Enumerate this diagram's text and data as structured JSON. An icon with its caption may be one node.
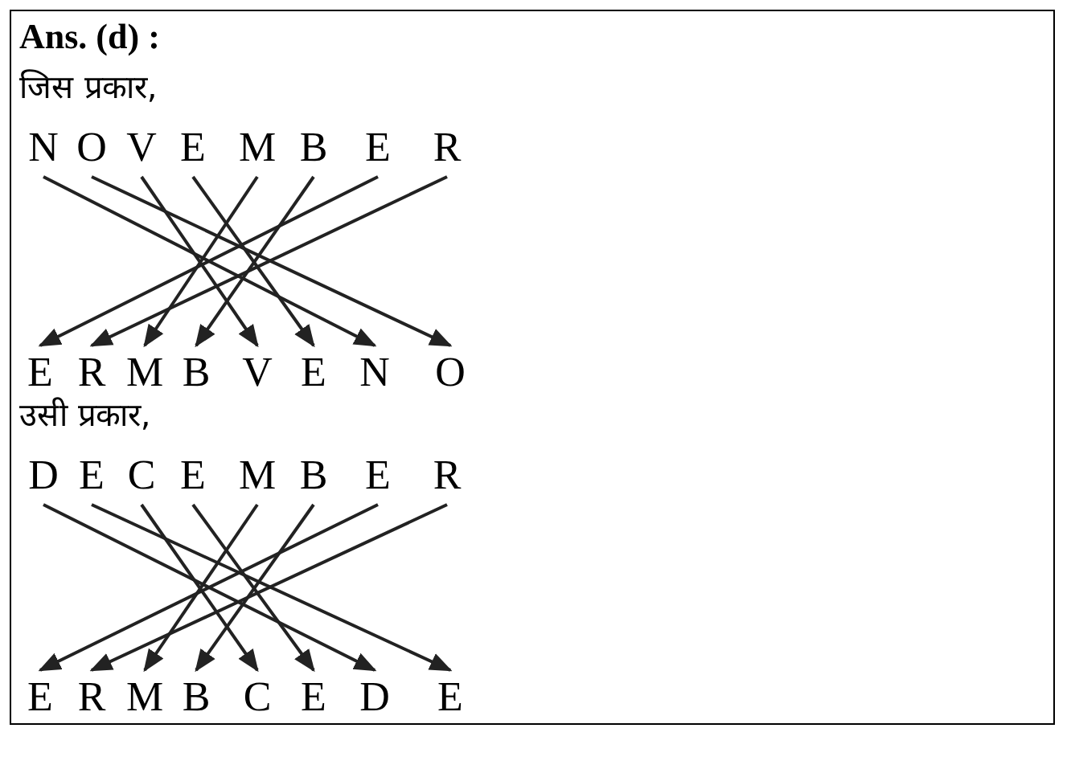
{
  "diagram": {
    "title": "Ans. (d) :",
    "nodes": [
      {
        "text": [
          "N"
        ]
      },
      {
        "text": [
          "O"
        ]
      },
      {
        "text": [
          "V"
        ]
      },
      {
        "text": [
          "E"
        ]
      },
      {
        "text": [
          "M"
        ]
      },
      {
        "text": [
          "B"
        ]
      },
      {
        "text": [
          "E"
        ]
      },
      {
        "text": [
          "R"
        ]
      },
      {
        "text": [
          "E"
        ]
      },
      {
        "text": [
          "R"
        ]
      },
      {
        "text": [
          "M"
        ]
      },
      {
        "text": [
          "B"
        ]
      },
      {
        "text": [
          "V"
        ]
      },
      {
        "text": [
          "E"
        ]
      },
      {
        "text": [
          "N"
        ]
      },
      {
        "text": [
          "O"
        ]
      },
      {
        "text": [
          "D"
        ]
      },
      {
        "text": [
          "E"
        ]
      },
      {
        "text": [
          "C"
        ]
      },
      {
        "text": [
          "E"
        ]
      },
      {
        "text": [
          "M"
        ]
      },
      {
        "text": [
          "B"
        ]
      },
      {
        "text": [
          "E"
        ]
      },
      {
        "text": [
          "R"
        ]
      },
      {
        "text": [
          "E"
        ]
      },
      {
        "text": [
          "R"
        ]
      },
      {
        "text": [
          "M"
        ]
      },
      {
        "text": [
          "B"
        ]
      },
      {
        "text": [
          "C"
        ]
      },
      {
        "text": [
          "E"
        ]
      },
      {
        "text": [
          "D"
        ]
      },
      {
        "text": [
          "E"
        ]
      }
    ],
    "edges": [
      {
        "from": 0,
        "to": 14,
        "arrow": "to"
      },
      {
        "from": 1,
        "to": 15,
        "arrow": "to"
      },
      {
        "from": 2,
        "to": 12,
        "arrow": "to"
      },
      {
        "from": 3,
        "to": 13,
        "arrow": "to"
      },
      {
        "from": 4,
        "to": 10,
        "arrow": "to"
      },
      {
        "from": 5,
        "to": 11,
        "arrow": "to"
      },
      {
        "from": 6,
        "to": 8,
        "arrow": "to"
      },
      {
        "from": 7,
        "to": 9,
        "arrow": "to"
      },
      {
        "from": 16,
        "to": 30,
        "arrow": "to"
      },
      {
        "from": 17,
        "to": 31,
        "arrow": "to"
      },
      {
        "from": 18,
        "to": 28,
        "arrow": "to"
      },
      {
        "from": 19,
        "to": 29,
        "arrow": "to"
      },
      {
        "from": 20,
        "to": 26,
        "arrow": "to"
      },
      {
        "from": 21,
        "to": 27,
        "arrow": "to"
      },
      {
        "from": 22,
        "to": 24,
        "arrow": "to"
      },
      {
        "from": 23,
        "to": 25,
        "arrow": "to"
      }
    ],
    "labels": [
      "जिस प्रकार,",
      "उसी प्रकार,"
    ]
  }
}
